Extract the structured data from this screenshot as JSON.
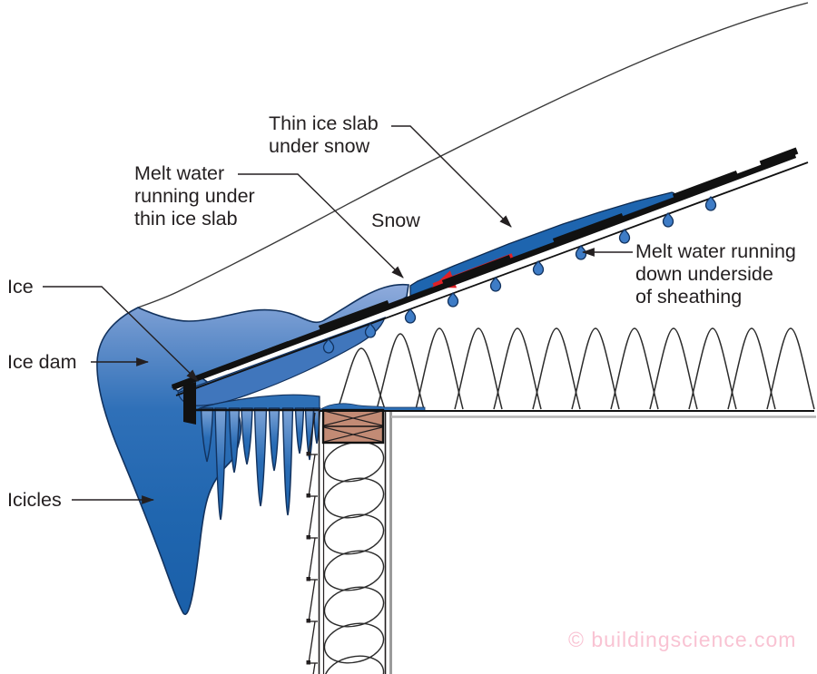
{
  "labels": {
    "thin_ice_slab": [
      "Thin ice slab",
      "under snow"
    ],
    "melt_water_under_slab": [
      "Melt water",
      "running under",
      "thin ice slab"
    ],
    "snow": "Snow",
    "melt_water_sheathing": [
      "Melt water running",
      "down underside",
      "of sheathing"
    ],
    "ice": "Ice",
    "ice_dam": "Ice dam",
    "icicles": "Icicles"
  },
  "watermark": "© buildingscience.com",
  "colors": {
    "ink": "#231F20",
    "ice-dark": "#1E65AF",
    "ice-mid": "#2E70B7",
    "ice-light": "#8FABDC",
    "melt-red": "#E02127",
    "droplet-blue": "#3E7CC6",
    "wood-plate": "#C28B75",
    "watermark-pink": "#F9C3D3"
  }
}
